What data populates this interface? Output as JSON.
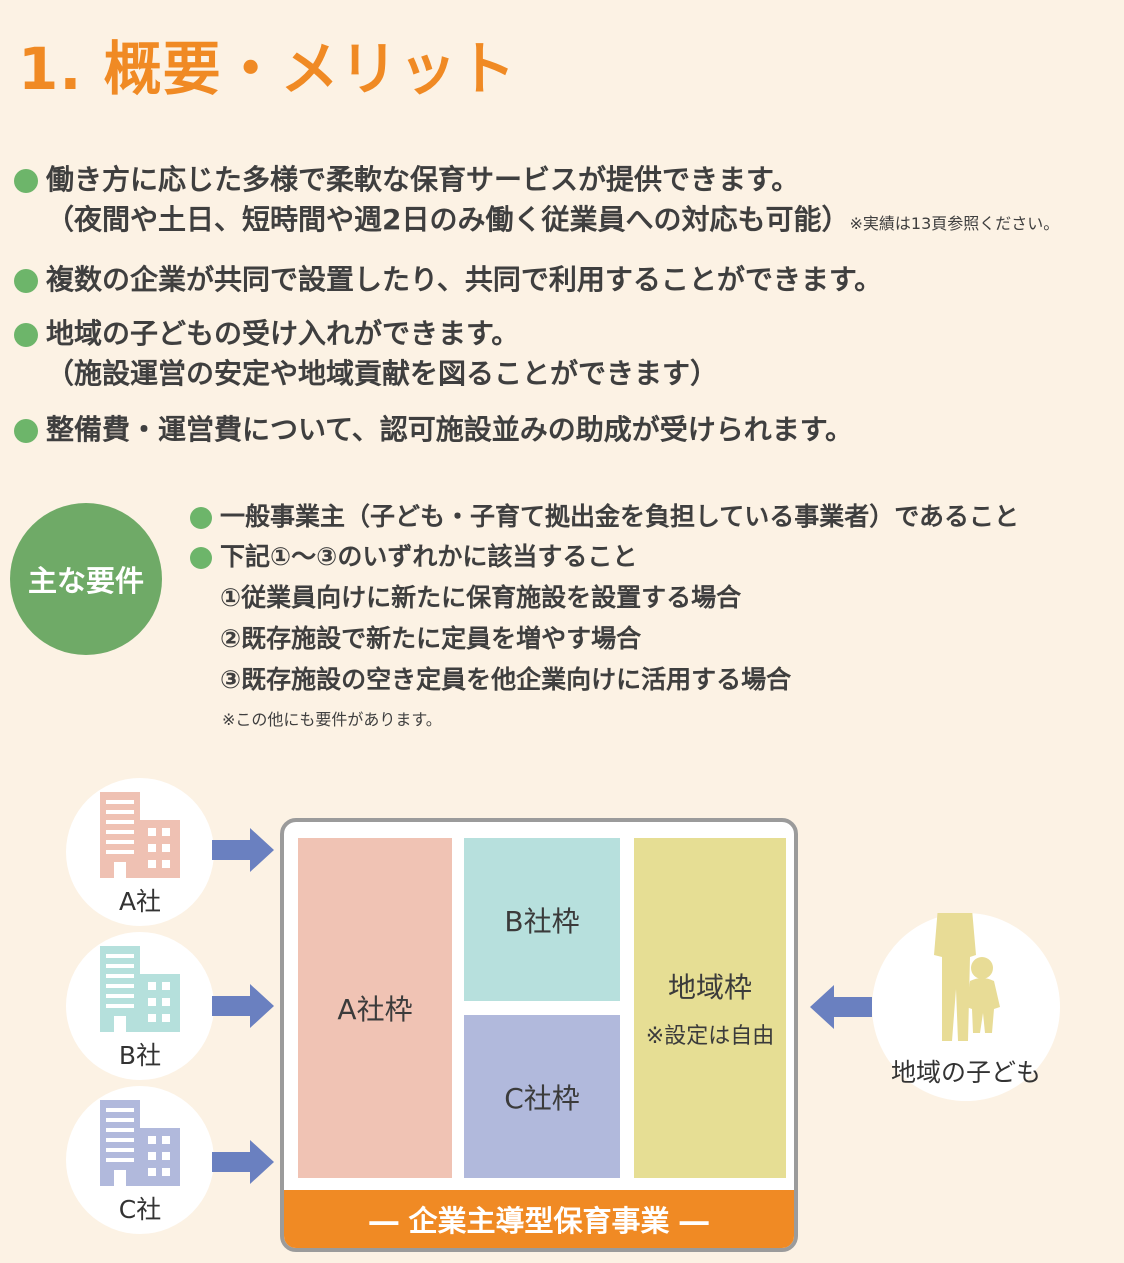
{
  "title": "1. 概要・メリット",
  "bullets": [
    {
      "line1": "働き方に応じた多様で柔軟な保育サービスが提供できます。",
      "line2": "（夜間や土日、短時間や週2日のみ働く従業員への対応も可能）",
      "note": "※実績は13頁参照ください。"
    },
    {
      "line1": "複数の企業が共同で設置したり、共同で利用することができます。"
    },
    {
      "line1": "地域の子どもの受け入れができます。",
      "line2": "（施設運営の安定や地域貢献を図ることができます）"
    },
    {
      "line1": "整備費・運営費について、認可施設並みの助成が受けられます。"
    }
  ],
  "requirements": {
    "badge": "主な要件",
    "items": [
      "一般事業主（子ども・子育て拠出金を負担している事業者）であること",
      "下記①〜③のいずれかに該当すること"
    ],
    "sub_items": [
      "①従業員向けに新たに保育施設を設置する場合",
      "②既存施設で新たに定員を増やす場合",
      "③既存施設の空き定員を他企業向けに活用する場合"
    ],
    "note": "※この他にも要件があります。"
  },
  "diagram": {
    "companies": [
      {
        "label": "A社",
        "color": "#efc1b3"
      },
      {
        "label": "B社",
        "color": "#b5e0dc"
      },
      {
        "label": "C社",
        "color": "#b1b9dc"
      }
    ],
    "slots": {
      "a": "A社枠",
      "b": "B社枠",
      "c": "C社枠",
      "local": "地域枠",
      "local_note": "※設定は自由"
    },
    "footer": "― 企業主導型保育事業 ―",
    "local_children": "地域の子ども",
    "arrow_color": "#6a80c0",
    "silhouette_color": "#e8dc96"
  }
}
